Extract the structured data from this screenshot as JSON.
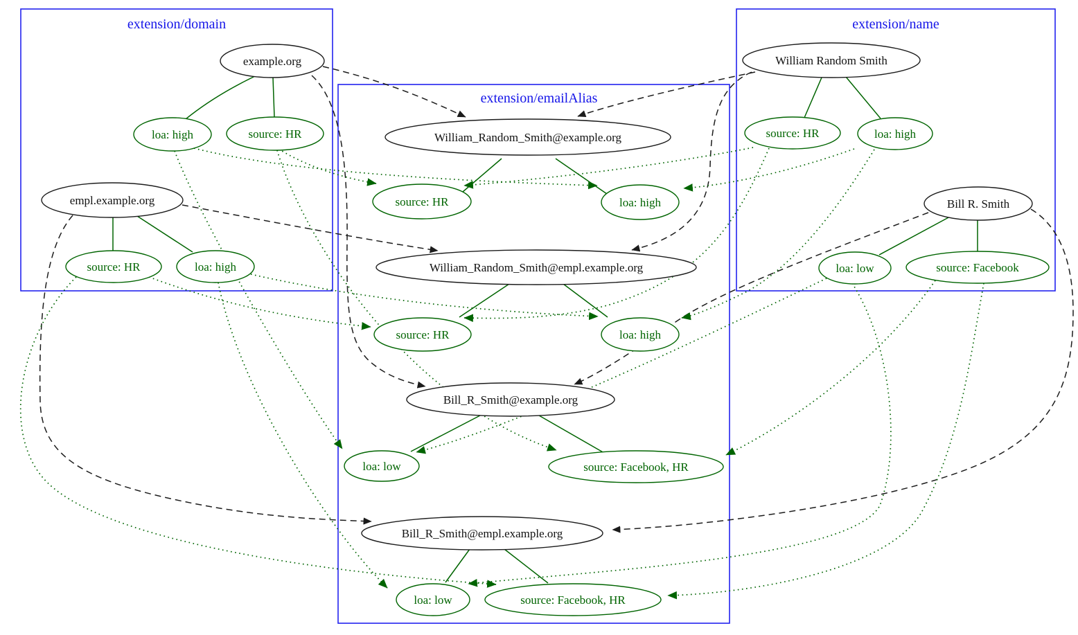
{
  "diagram_type": "entity-attribute provenance graph",
  "colors": {
    "cluster_border": "#2222ee",
    "cluster_title": "#1515e8",
    "entity_stroke": "#1c1c1c",
    "attribute_green": "#006400",
    "background": "#ffffff"
  },
  "clusters": {
    "domain": {
      "title": "extension/domain"
    },
    "email_alias": {
      "title": "extension/emailAlias"
    },
    "name": {
      "title": "extension/name"
    }
  },
  "nodes": {
    "example_org": "example.org",
    "example_org_loa": "loa: high",
    "example_org_source": "source: HR",
    "empl_example_org": "empl.example.org",
    "empl_source": "source: HR",
    "empl_loa": "loa: high",
    "wrs_name": "William Random Smith",
    "wrs_source": "source: HR",
    "wrs_loa": "loa: high",
    "bill_name": "Bill R. Smith",
    "bill_loa": "loa: low",
    "bill_source": "source: Facebook",
    "alias1": "William_Random_Smith@example.org",
    "alias1_source": "source: HR",
    "alias1_loa": "loa: high",
    "alias2": "William_Random_Smith@empl.example.org",
    "alias2_source": "source: HR",
    "alias2_loa": "loa: high",
    "alias3": "Bill_R_Smith@example.org",
    "alias3_loa": "loa: low",
    "alias3_source": "source: Facebook, HR",
    "alias4": "Bill_R_Smith@empl.example.org",
    "alias4_loa": "loa: low",
    "alias4_source": "source: Facebook, HR"
  },
  "edges": {
    "dashed_black": [
      "example.org -> William_Random_Smith@example.org",
      "William Random Smith -> William_Random_Smith@example.org",
      "empl.example.org -> William_Random_Smith@empl.example.org",
      "William Random Smith -> William_Random_Smith@empl.example.org",
      "example.org -> Bill_R_Smith@example.org",
      "Bill R. Smith -> Bill_R_Smith@example.org",
      "empl.example.org -> Bill_R_Smith@empl.example.org",
      "Bill R. Smith -> Bill_R_Smith@empl.example.org"
    ],
    "dotted_green": [
      "example.org/source: HR -> alias1/source: HR",
      "example.org/loa: high -> alias1/loa: high",
      "William Random Smith/source: HR -> alias1/source: HR",
      "William Random Smith/loa: high -> alias1/loa: high",
      "empl.example.org/source: HR -> alias2/source: HR",
      "empl.example.org/loa: high -> alias2/loa: high",
      "William Random Smith/source: HR -> alias2/source: HR",
      "William Random Smith/loa: high -> alias2/loa: high",
      "example.org/loa: high -> alias3/loa: low",
      "example.org/source: HR -> alias3/source: Facebook, HR",
      "Bill R. Smith/loa: low -> alias3/loa: low",
      "Bill R. Smith/source: Facebook -> alias3/source: Facebook, HR",
      "empl.example.org/loa: high -> alias4/loa: low",
      "empl.example.org/source: HR -> alias4/source: Facebook, HR",
      "Bill R. Smith/loa: low -> alias4/loa: low",
      "Bill R. Smith/source: Facebook -> alias4/source: Facebook, HR"
    ],
    "solid_green": [
      "example.org - loa: high",
      "example.org - source: HR",
      "empl.example.org - source: HR",
      "empl.example.org - loa: high",
      "William Random Smith - source: HR",
      "William Random Smith - loa: high",
      "Bill R. Smith - loa: low",
      "Bill R. Smith - source: Facebook",
      "alias1 - source: HR",
      "alias1 - loa: high",
      "alias2 - source: HR",
      "alias2 - loa: high",
      "alias3 - loa: low",
      "alias3 - source: Facebook, HR",
      "alias4 - loa: low",
      "alias4 - source: Facebook, HR"
    ]
  }
}
